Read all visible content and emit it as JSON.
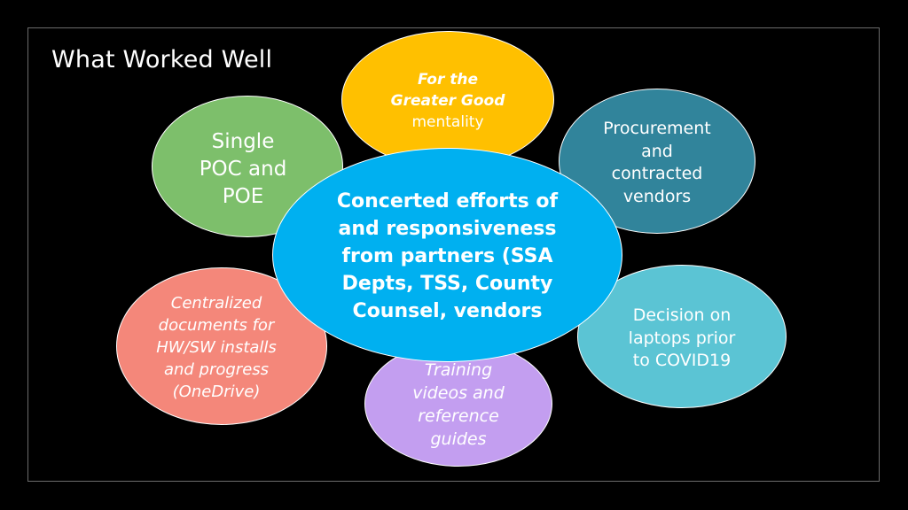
{
  "slide": {
    "title": "What Worked Well"
  },
  "bubbles": {
    "greater_good": {
      "line1": "For the",
      "line2": "Greater Good",
      "line3": "mentality",
      "color": "#ffc000"
    },
    "single_poc": {
      "line1": "Single",
      "line2": "POC and",
      "line3": "POE",
      "color": "#7dbf6b"
    },
    "procurement": {
      "line1": "Procurement",
      "line2": "and",
      "line3": "contracted",
      "line4": "vendors",
      "color": "#31849b"
    },
    "centralized": {
      "line1": "Centralized",
      "line2": "documents for",
      "line3": "HW/SW installs",
      "line4": "and progress",
      "line5": "(OneDrive)",
      "color": "#f4877a"
    },
    "decision": {
      "line1": "Decision on",
      "line2": "laptops prior",
      "line3": "to COVID19",
      "color": "#5bc4d4"
    },
    "training": {
      "line1": "Training",
      "line2": "videos and",
      "line3": "reference",
      "line4": "guides",
      "color": "#c39ef0"
    },
    "center": {
      "line1": "Concerted efforts of",
      "line2": "and responsiveness",
      "line3": "from partners (SSA",
      "line4": "Depts, TSS, County",
      "line5": "Counsel, vendors",
      "color": "#00b0f0"
    }
  }
}
